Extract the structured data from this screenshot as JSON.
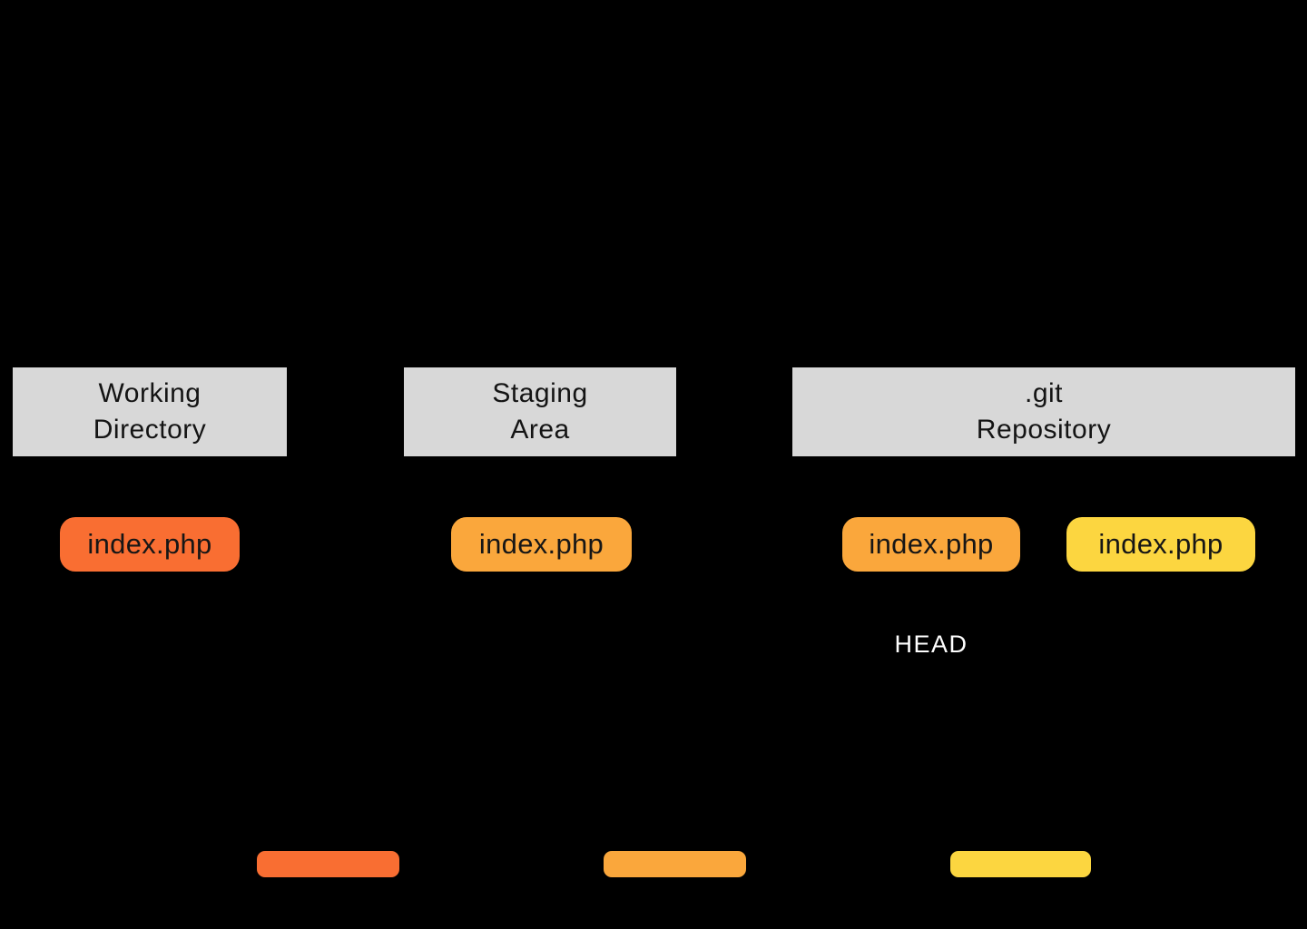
{
  "colors": {
    "background": "#000000",
    "header_box_bg": "#D8D8D8",
    "header_text": "#141414",
    "working_file": "#F96E32",
    "staged_file": "#FAA73C",
    "committed_file": "#FCD640",
    "head_text": "#FFFFFF"
  },
  "columns": [
    {
      "id": "working-directory",
      "title": "Working\nDirectory",
      "files": [
        {
          "label": "index.php",
          "color": "#F96E32"
        }
      ]
    },
    {
      "id": "staging-area",
      "title": "Staging\nArea",
      "files": [
        {
          "label": "index.php",
          "color": "#FAA73C"
        }
      ]
    },
    {
      "id": "git-repository",
      "title": ".git\nRepository",
      "files": [
        {
          "label": "index.php",
          "color": "#FAA73C"
        },
        {
          "label": "index.php",
          "color": "#FCD640"
        }
      ],
      "head_label": "HEAD"
    }
  ],
  "legend": {
    "swatches": [
      {
        "name": "working-directory-swatch",
        "color": "#F96E32"
      },
      {
        "name": "staging-area-swatch",
        "color": "#FAA73C"
      },
      {
        "name": "repository-swatch",
        "color": "#FCD640"
      }
    ]
  }
}
